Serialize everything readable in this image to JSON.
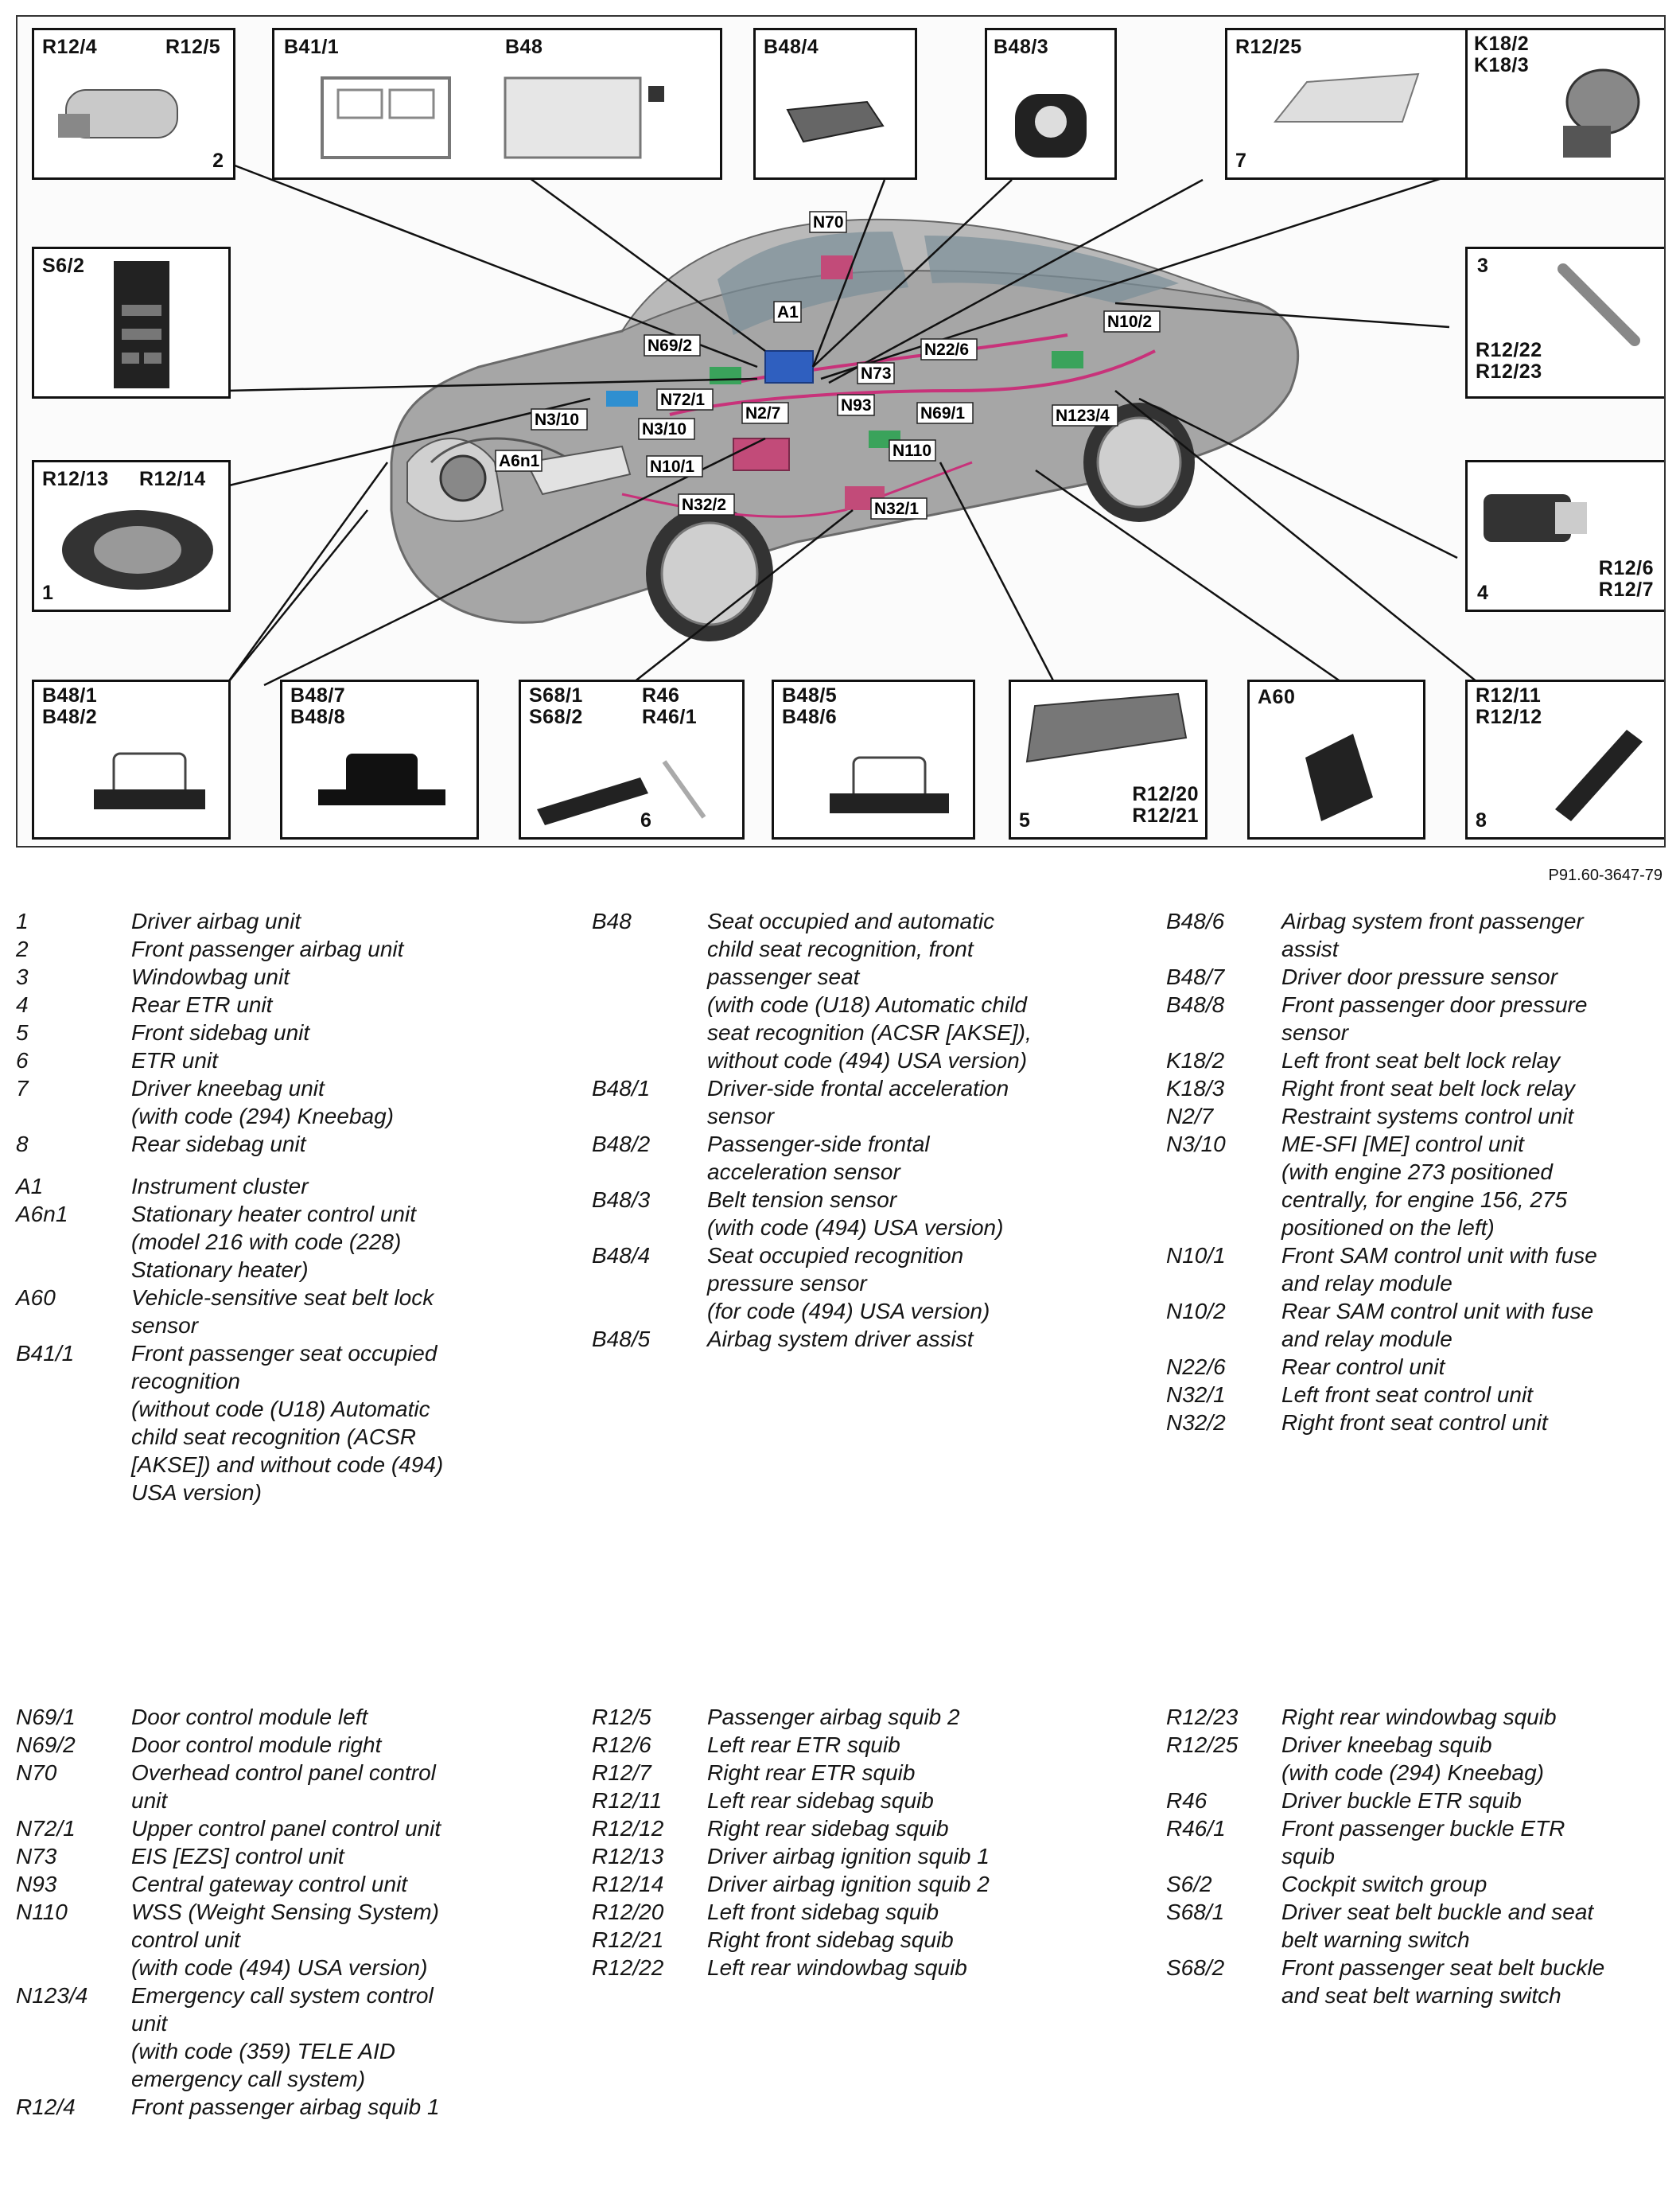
{
  "boxes": {
    "b1": {
      "labels": [
        "R12/4",
        "R12/5"
      ],
      "num": "2"
    },
    "b2": {
      "labels": [
        "B41/1",
        "B48"
      ]
    },
    "b3": {
      "labels": [
        "B48/4"
      ]
    },
    "b4": {
      "labels": [
        "B48/3"
      ]
    },
    "b5": {
      "labels": [
        "R12/25"
      ],
      "num": "7"
    },
    "b6": {
      "labels": [
        "K18/2\nK18/3"
      ]
    },
    "b7": {
      "labels": [
        "S6/2"
      ]
    },
    "b8": {
      "labels": [
        "R12/22\nR12/23"
      ],
      "num": "3"
    },
    "b9": {
      "labels": [
        "R12/13",
        "R12/14"
      ],
      "num": "1"
    },
    "b10": {
      "labels": [
        "R12/6\nR12/7"
      ],
      "num": "4"
    },
    "b11": {
      "labels": [
        "B48/1\nB48/2"
      ]
    },
    "b12": {
      "labels": [
        "B48/7\nB48/8"
      ]
    },
    "b13": {
      "labels": [
        "S68/1\nS68/2",
        "R46\nR46/1"
      ],
      "num": "6"
    },
    "b14": {
      "labels": [
        "B48/5\nB48/6"
      ]
    },
    "b15": {
      "labels": [
        "R12/20\nR12/21"
      ],
      "num": "5"
    },
    "b16": {
      "labels": [
        "A60"
      ]
    },
    "b17": {
      "labels": [
        "R12/11\nR12/12"
      ],
      "num": "8"
    }
  },
  "callouts": [
    "N70",
    "A1",
    "N69/2",
    "N22/6",
    "N10/2",
    "N73",
    "N72/1",
    "N2/7",
    "N93",
    "N69/1",
    "N3/10",
    "N3/10",
    "A6n1",
    "N10/1",
    "N123/4",
    "N110",
    "N32/2",
    "N32/1"
  ],
  "figure_ref": "P91.60-3647-79",
  "legend_top": {
    "col1": [
      {
        "code": "1",
        "desc": "Driver airbag unit"
      },
      {
        "code": "2",
        "desc": "Front passenger airbag unit"
      },
      {
        "code": "3",
        "desc": "Windowbag unit"
      },
      {
        "code": "4",
        "desc": "Rear ETR unit"
      },
      {
        "code": "5",
        "desc": "Front sidebag unit"
      },
      {
        "code": "6",
        "desc": "ETR unit"
      },
      {
        "code": "7",
        "desc": "Driver kneebag unit\n(with code (294) Kneebag)"
      },
      {
        "code": "8",
        "desc": "Rear sidebag unit"
      },
      {
        "code": "A1",
        "desc": "Instrument cluster"
      },
      {
        "code": "A6n1",
        "desc": "Stationary heater control unit\n(model 216 with code (228)\nStationary heater)"
      },
      {
        "code": "A60",
        "desc": "Vehicle-sensitive seat belt lock\nsensor"
      },
      {
        "code": "B41/1",
        "desc": "Front passenger seat occupied\nrecognition\n(without code (U18) Automatic\nchild seat recognition (ACSR\n[AKSE]) and without code (494)\nUSA version)"
      }
    ],
    "col2": [
      {
        "code": "B48",
        "desc": "Seat occupied and automatic\nchild seat recognition, front\npassenger seat\n(with code (U18) Automatic child\nseat recognition (ACSR [AKSE]),\nwithout code (494) USA version)"
      },
      {
        "code": "B48/1",
        "desc": "Driver-side frontal acceleration\nsensor"
      },
      {
        "code": "B48/2",
        "desc": "Passenger-side frontal\nacceleration sensor"
      },
      {
        "code": "B48/3",
        "desc": "Belt tension sensor\n(with code (494) USA version)"
      },
      {
        "code": "B48/4",
        "desc": "Seat occupied recognition\npressure sensor\n(for code (494) USA version)"
      },
      {
        "code": "B48/5",
        "desc": "Airbag system driver assist"
      }
    ],
    "col3": [
      {
        "code": "B48/6",
        "desc": "Airbag system front passenger\nassist"
      },
      {
        "code": "B48/7",
        "desc": "Driver door pressure sensor"
      },
      {
        "code": "B48/8",
        "desc": "Front passenger door pressure\nsensor"
      },
      {
        "code": "K18/2",
        "desc": "Left front seat belt lock relay"
      },
      {
        "code": "K18/3",
        "desc": "Right front seat belt lock relay"
      },
      {
        "code": "N2/7",
        "desc": "Restraint systems control unit"
      },
      {
        "code": "N3/10",
        "desc": "ME-SFI [ME] control unit\n(with engine 273 positioned\ncentrally, for engine 156, 275\npositioned on the left)"
      },
      {
        "code": "N10/1",
        "desc": "Front SAM control unit with fuse\nand relay module"
      },
      {
        "code": "N10/2",
        "desc": "Rear SAM control unit with fuse\nand relay module"
      },
      {
        "code": "N22/6",
        "desc": "Rear control unit"
      },
      {
        "code": "N32/1",
        "desc": "Left front seat control unit"
      },
      {
        "code": "N32/2",
        "desc": "Right front seat control unit"
      }
    ]
  },
  "legend_bottom": {
    "col1": [
      {
        "code": "N69/1",
        "desc": "Door control module left"
      },
      {
        "code": "N69/2",
        "desc": "Door control module right"
      },
      {
        "code": "N70",
        "desc": "Overhead control panel control\nunit"
      },
      {
        "code": "N72/1",
        "desc": "Upper control panel control unit"
      },
      {
        "code": "N73",
        "desc": "EIS [EZS] control unit"
      },
      {
        "code": "N93",
        "desc": "Central gateway control unit"
      },
      {
        "code": "N110",
        "desc": "WSS (Weight Sensing System)\ncontrol unit\n(with code (494) USA version)"
      },
      {
        "code": "N123/4",
        "desc": "Emergency call system control\nunit\n(with code (359) TELE AID\nemergency call system)"
      },
      {
        "code": "R12/4",
        "desc": "Front passenger airbag squib 1"
      }
    ],
    "col2": [
      {
        "code": "R12/5",
        "desc": "Passenger airbag squib 2"
      },
      {
        "code": "R12/6",
        "desc": "Left rear ETR squib"
      },
      {
        "code": "R12/7",
        "desc": "Right rear ETR squib"
      },
      {
        "code": "R12/11",
        "desc": "Left rear sidebag squib"
      },
      {
        "code": "R12/12",
        "desc": "Right rear sidebag squib"
      },
      {
        "code": "R12/13",
        "desc": "Driver airbag ignition squib 1"
      },
      {
        "code": "R12/14",
        "desc": "Driver airbag ignition squib 2"
      },
      {
        "code": "R12/20",
        "desc": "Left front sidebag squib"
      },
      {
        "code": "R12/21",
        "desc": "Right front sidebag squib"
      },
      {
        "code": "R12/22",
        "desc": "Left rear windowbag squib"
      }
    ],
    "col3": [
      {
        "code": "R12/23",
        "desc": "Right rear windowbag squib"
      },
      {
        "code": "R12/25",
        "desc": "Driver kneebag squib\n(with code (294) Kneebag)"
      },
      {
        "code": "R46",
        "desc": "Driver buckle ETR squib"
      },
      {
        "code": "R46/1",
        "desc": "Front passenger buckle ETR\nsquib"
      },
      {
        "code": "S6/2",
        "desc": "Cockpit switch group"
      },
      {
        "code": "S68/1",
        "desc": "Driver seat belt buckle and seat\nbelt warning switch"
      },
      {
        "code": "S68/2",
        "desc": "Front passenger seat belt buckle\nand seat belt warning switch"
      }
    ]
  }
}
